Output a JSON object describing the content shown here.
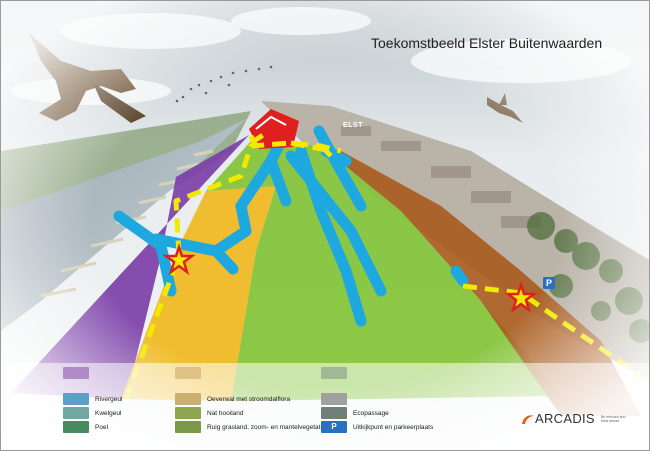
{
  "title": "Toekomstbeeld Elster Buitenwaarden",
  "town_label": "ELST",
  "parking_symbol": "P",
  "legend": [
    {
      "label": "",
      "color": "#7a3fa0",
      "icon": "purple-swatch"
    },
    {
      "label": "Rivergeul",
      "color": "#5aa0c8",
      "icon": "riverchannel-swatch"
    },
    {
      "label": "Kwelgeul",
      "color": "#6fa8a0",
      "icon": "seepage-channel-swatch"
    },
    {
      "label": "Poel",
      "color": "#4a8a60",
      "icon": "pond-swatch"
    },
    {
      "label": "",
      "color": "#c8a060",
      "icon": "yellow-swatch"
    },
    {
      "label": "Oeverwal met stroomdalflora",
      "color": "#c9b070",
      "icon": "levee-swatch"
    },
    {
      "label": "Nat hooiland",
      "color": "#8fa650",
      "icon": "wet-hayfield-swatch"
    },
    {
      "label": "Ruig grasland, zoom- en mantelvegetatie",
      "color": "#7a9a48",
      "icon": "rough-grassland-swatch"
    },
    {
      "label": "",
      "color": "#7a8a80",
      "icon": "grey-swatch"
    },
    {
      "label": "",
      "color": "#a0a0a0",
      "icon": "path-swatch"
    },
    {
      "label": "Ecopassage",
      "color": "#708078",
      "icon": "ecopassage-swatch"
    },
    {
      "label": "Uitkijkpunt en parkeerplaats",
      "color": "#2a6fc0",
      "icon": "viewpoint-parking-swatch"
    }
  ],
  "logo": {
    "name": "ARCADIS",
    "tagline": "Be relevant and think ahead"
  },
  "colors": {
    "purple": "#7b3fa8",
    "yellow_orange": "#f0b820",
    "green": "#86c43c",
    "brown": "#a85a1c",
    "water": "#1ea8e0",
    "route": "#f2e800",
    "red": "#e02020"
  }
}
